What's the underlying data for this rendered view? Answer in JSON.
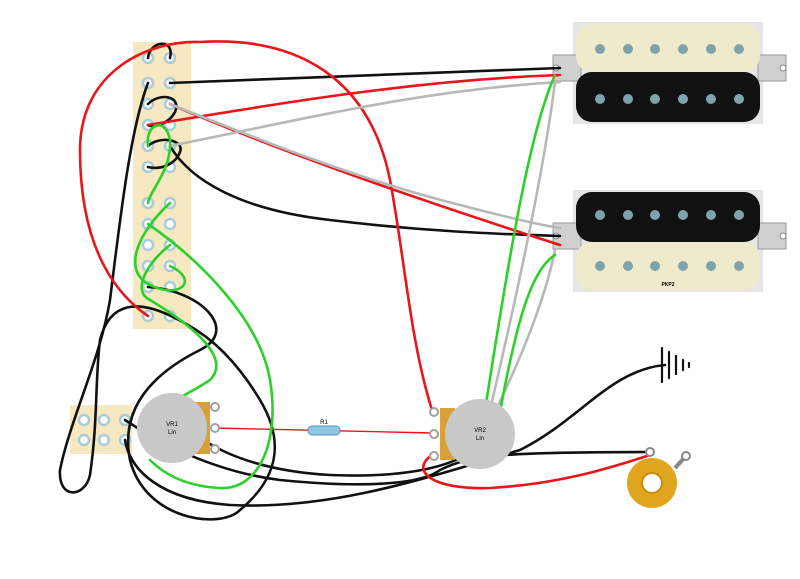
{
  "diagram": {
    "pickup_bottom_label": "PKP2",
    "pot1_label_line1": "VR1",
    "pot1_label_line2": "Lin",
    "pot2_label_line1": "VR2",
    "pot2_label_line2": "Lin",
    "resistor_label": "R1"
  },
  "colors": {
    "wire_red": "#e8151b",
    "wire_black": "#111111",
    "wire_green": "#2bd02b",
    "wire_grey": "#b8b8b8",
    "switch_body": "#f6e8c0",
    "lug_ring": "#a9cdd8",
    "pot_body": "#c8c8c8",
    "pot_tab": "#d9a038",
    "pickup_cream": "#eeeacb",
    "pickup_black": "#111111",
    "pole_blue": "#7fa3ad",
    "jack_gold": "#e0a71e",
    "resistor_blue": "#8ec6e6"
  },
  "icons": [
    "ground-symbol-icon",
    "output-jack-icon",
    "resistor-icon"
  ]
}
